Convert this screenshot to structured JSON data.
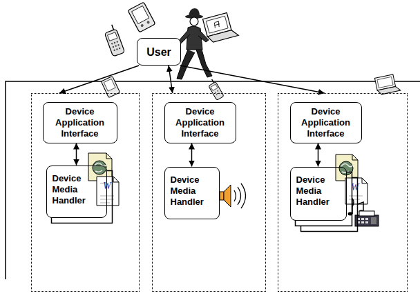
{
  "diagram": {
    "nodes": [
      {
        "text": [
          "User"
        ]
      },
      {
        "text": []
      },
      {
        "text": [
          "Device Application Interface"
        ],
        "in": 1
      },
      {
        "text": [
          "Device Media Handler"
        ],
        "in": 1
      },
      {
        "text": []
      },
      {
        "text": [
          "Device Application Interface"
        ],
        "in": 4
      },
      {
        "text": [
          "Device Media Handler"
        ],
        "in": 4
      },
      {
        "text": []
      },
      {
        "text": [
          "Device Application Interface"
        ],
        "in": 7
      },
      {
        "text": [
          "Device Media Handler"
        ],
        "in": 7
      }
    ],
    "edges": [
      {
        "from": 0,
        "to": 1,
        "arrow": "to"
      },
      {
        "from": 0,
        "to": 4,
        "arrow": "both"
      },
      {
        "from": 0,
        "to": 7,
        "arrow": "to"
      },
      {
        "from": 2,
        "to": 3,
        "arrow": "both"
      },
      {
        "from": 5,
        "to": 6,
        "arrow": "both"
      },
      {
        "from": 8,
        "to": 9,
        "arrow": "both"
      }
    ],
    "labels": [
      "W",
      "W"
    ]
  }
}
